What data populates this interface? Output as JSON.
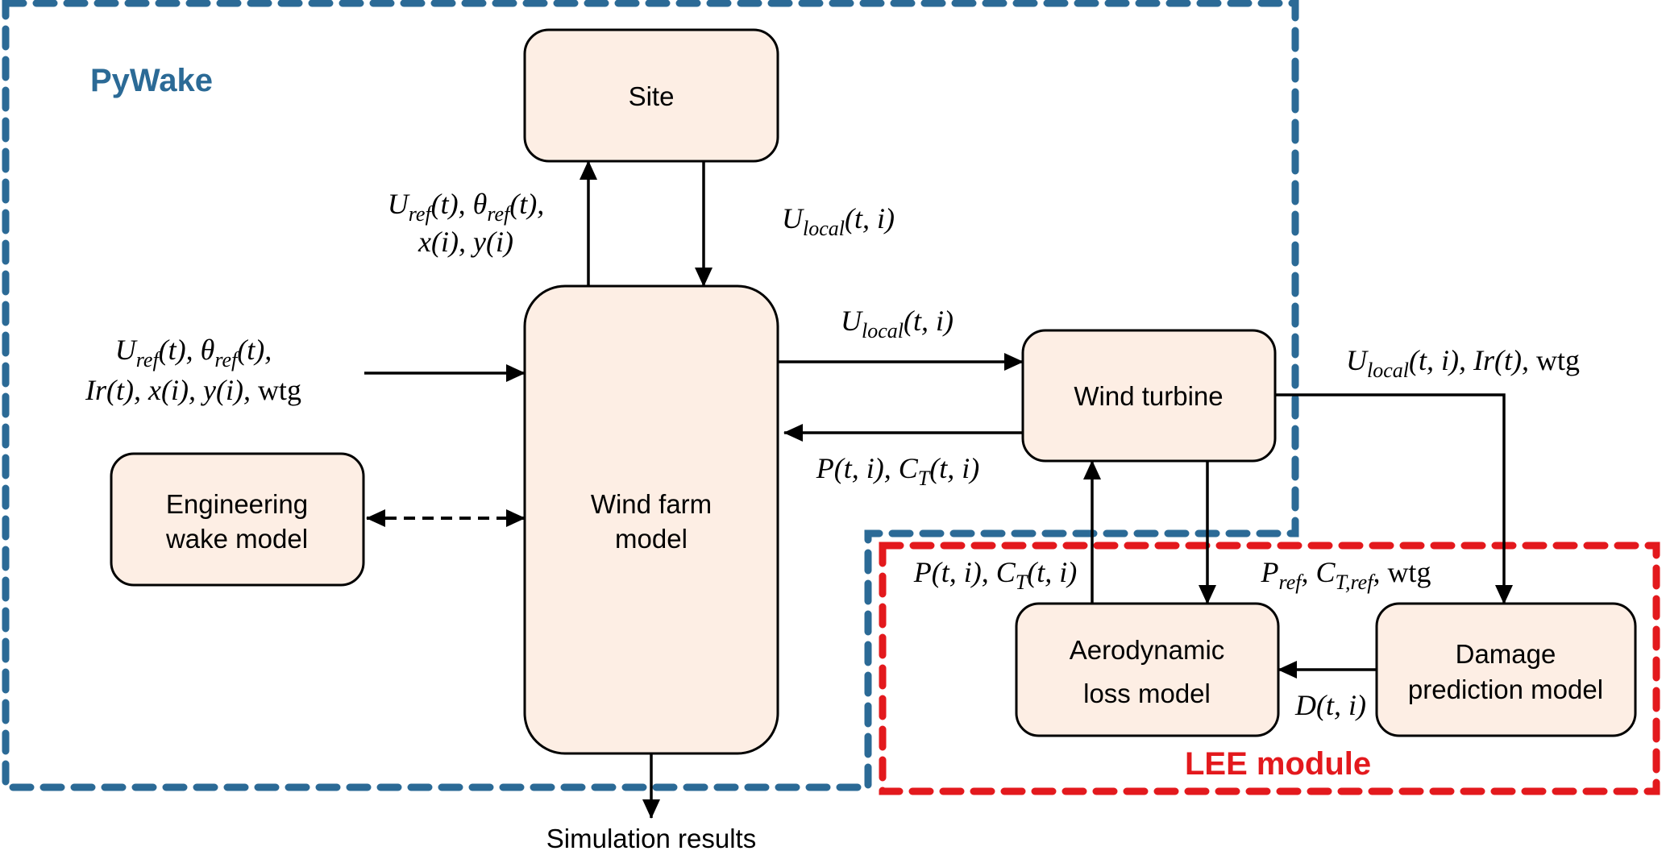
{
  "colors": {
    "pywake": "#2b6a96",
    "lee": "#e3191d",
    "box_fill": "#fdeee4",
    "stroke": "#000000"
  },
  "groups": {
    "pywake": {
      "title": "PyWake"
    },
    "lee": {
      "title": "LEE module"
    }
  },
  "nodes": {
    "site": {
      "label": "Site"
    },
    "wind_farm_model": {
      "line1": "Wind farm",
      "line2": "model"
    },
    "engineering_wake_model": {
      "line1": "Engineering",
      "line2": "wake model"
    },
    "wind_turbine": {
      "label": "Wind turbine"
    },
    "aerodynamic_loss_model": {
      "line1": "Aerodynamic",
      "line2": "loss model"
    },
    "damage_prediction_model": {
      "line1": "Damage",
      "line2": "prediction model"
    }
  },
  "outputs": {
    "simulation_results": "Simulation results"
  },
  "edge_labels": {
    "to_site": {
      "line1": [
        {
          "t": "U",
          "k": "main"
        },
        {
          "t": "ref",
          "k": "sub"
        },
        {
          "t": "(t), ",
          "k": "main"
        },
        {
          "t": "θ",
          "k": "main"
        },
        {
          "t": "ref",
          "k": "sub"
        },
        {
          "t": "(t),",
          "k": "main"
        }
      ],
      "line2": [
        {
          "t": "x(i), y(i)",
          "k": "main"
        }
      ]
    },
    "from_site": [
      {
        "t": "U",
        "k": "main"
      },
      {
        "t": "local",
        "k": "sub"
      },
      {
        "t": "(t, i)",
        "k": "main"
      }
    ],
    "input": {
      "line1": [
        {
          "t": "U",
          "k": "main"
        },
        {
          "t": "ref",
          "k": "sub"
        },
        {
          "t": "(t), ",
          "k": "main"
        },
        {
          "t": "θ",
          "k": "main"
        },
        {
          "t": "ref",
          "k": "sub"
        },
        {
          "t": "(t),",
          "k": "main"
        }
      ],
      "line2": [
        {
          "t": "Ir(t), x(i), y(i), ",
          "k": "main"
        },
        {
          "t": "wtg",
          "k": "up"
        }
      ]
    },
    "farm_to_turbine": [
      {
        "t": "U",
        "k": "main"
      },
      {
        "t": "local",
        "k": "sub"
      },
      {
        "t": "(t, i)",
        "k": "main"
      }
    ],
    "turbine_to_farm": [
      {
        "t": "P(t, i), C",
        "k": "main"
      },
      {
        "t": "T",
        "k": "sub"
      },
      {
        "t": "(t, i)",
        "k": "main"
      }
    ],
    "turbine_to_damage": [
      {
        "t": "U",
        "k": "main"
      },
      {
        "t": "local",
        "k": "sub"
      },
      {
        "t": "(t, i), Ir(t), ",
        "k": "main"
      },
      {
        "t": "wtg",
        "k": "up"
      }
    ],
    "loss_to_turbine": [
      {
        "t": "P(t, i), C",
        "k": "main"
      },
      {
        "t": "T",
        "k": "sub"
      },
      {
        "t": "(t, i)",
        "k": "main"
      }
    ],
    "turbine_to_loss": [
      {
        "t": "P",
        "k": "main"
      },
      {
        "t": "ref",
        "k": "sub"
      },
      {
        "t": ", C",
        "k": "main"
      },
      {
        "t": "T,ref",
        "k": "sub"
      },
      {
        "t": ", ",
        "k": "main"
      },
      {
        "t": "wtg",
        "k": "up"
      }
    ],
    "damage_to_loss": [
      {
        "t": "D(t, i)",
        "k": "main"
      }
    ]
  }
}
